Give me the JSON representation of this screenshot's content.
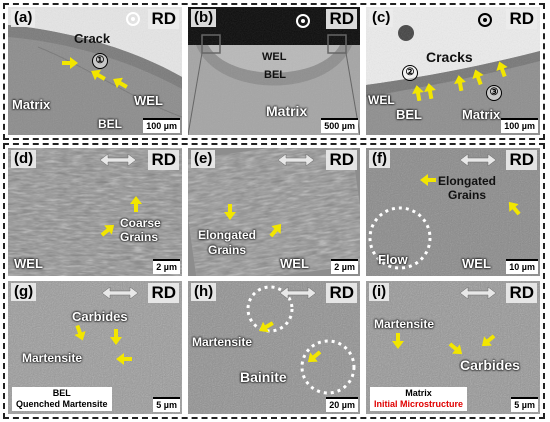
{
  "panels": {
    "a": {
      "label": "(a)",
      "rd": "RD",
      "scale": "100 µm",
      "texts": [
        "Crack",
        "Matrix",
        "WEL",
        "BEL"
      ],
      "num": "①"
    },
    "b": {
      "label": "(b)",
      "rd": "RD",
      "scale": "500 µm",
      "texts": [
        "WEL",
        "BEL",
        "Matrix"
      ]
    },
    "c": {
      "label": "(c)",
      "rd": "RD",
      "scale": "100 µm",
      "texts": [
        "Cracks",
        "WEL",
        "BEL",
        "Matrix"
      ],
      "nums": [
        "②",
        "③"
      ]
    },
    "d": {
      "label": "(d)",
      "rd": "RD",
      "scale": "2 µm",
      "texts": [
        "Coarse",
        "Grains",
        "WEL"
      ]
    },
    "e": {
      "label": "(e)",
      "rd": "RD",
      "scale": "2 µm",
      "texts": [
        "Elongated",
        "Grains",
        "WEL"
      ]
    },
    "f": {
      "label": "(f)",
      "rd": "RD",
      "scale": "10 µm",
      "texts": [
        "Elongated",
        "Grains",
        "Flow",
        "WEL"
      ]
    },
    "g": {
      "label": "(g)",
      "rd": "RD",
      "scale": "5 µm",
      "texts": [
        "Carbides",
        "Martensite"
      ],
      "caption1": "BEL",
      "caption2": "Quenched Martensite"
    },
    "h": {
      "label": "(h)",
      "rd": "RD",
      "scale": "20 µm",
      "texts": [
        "Martensite",
        "Bainite"
      ]
    },
    "i": {
      "label": "(i)",
      "rd": "RD",
      "scale": "5 µm",
      "texts": [
        "Martensite",
        "Carbides"
      ],
      "caption1": "Matrix",
      "caption2": "Initial Microstructure"
    }
  },
  "colors": {
    "arrow": "#f2e600",
    "caption_red": "#e00000"
  }
}
